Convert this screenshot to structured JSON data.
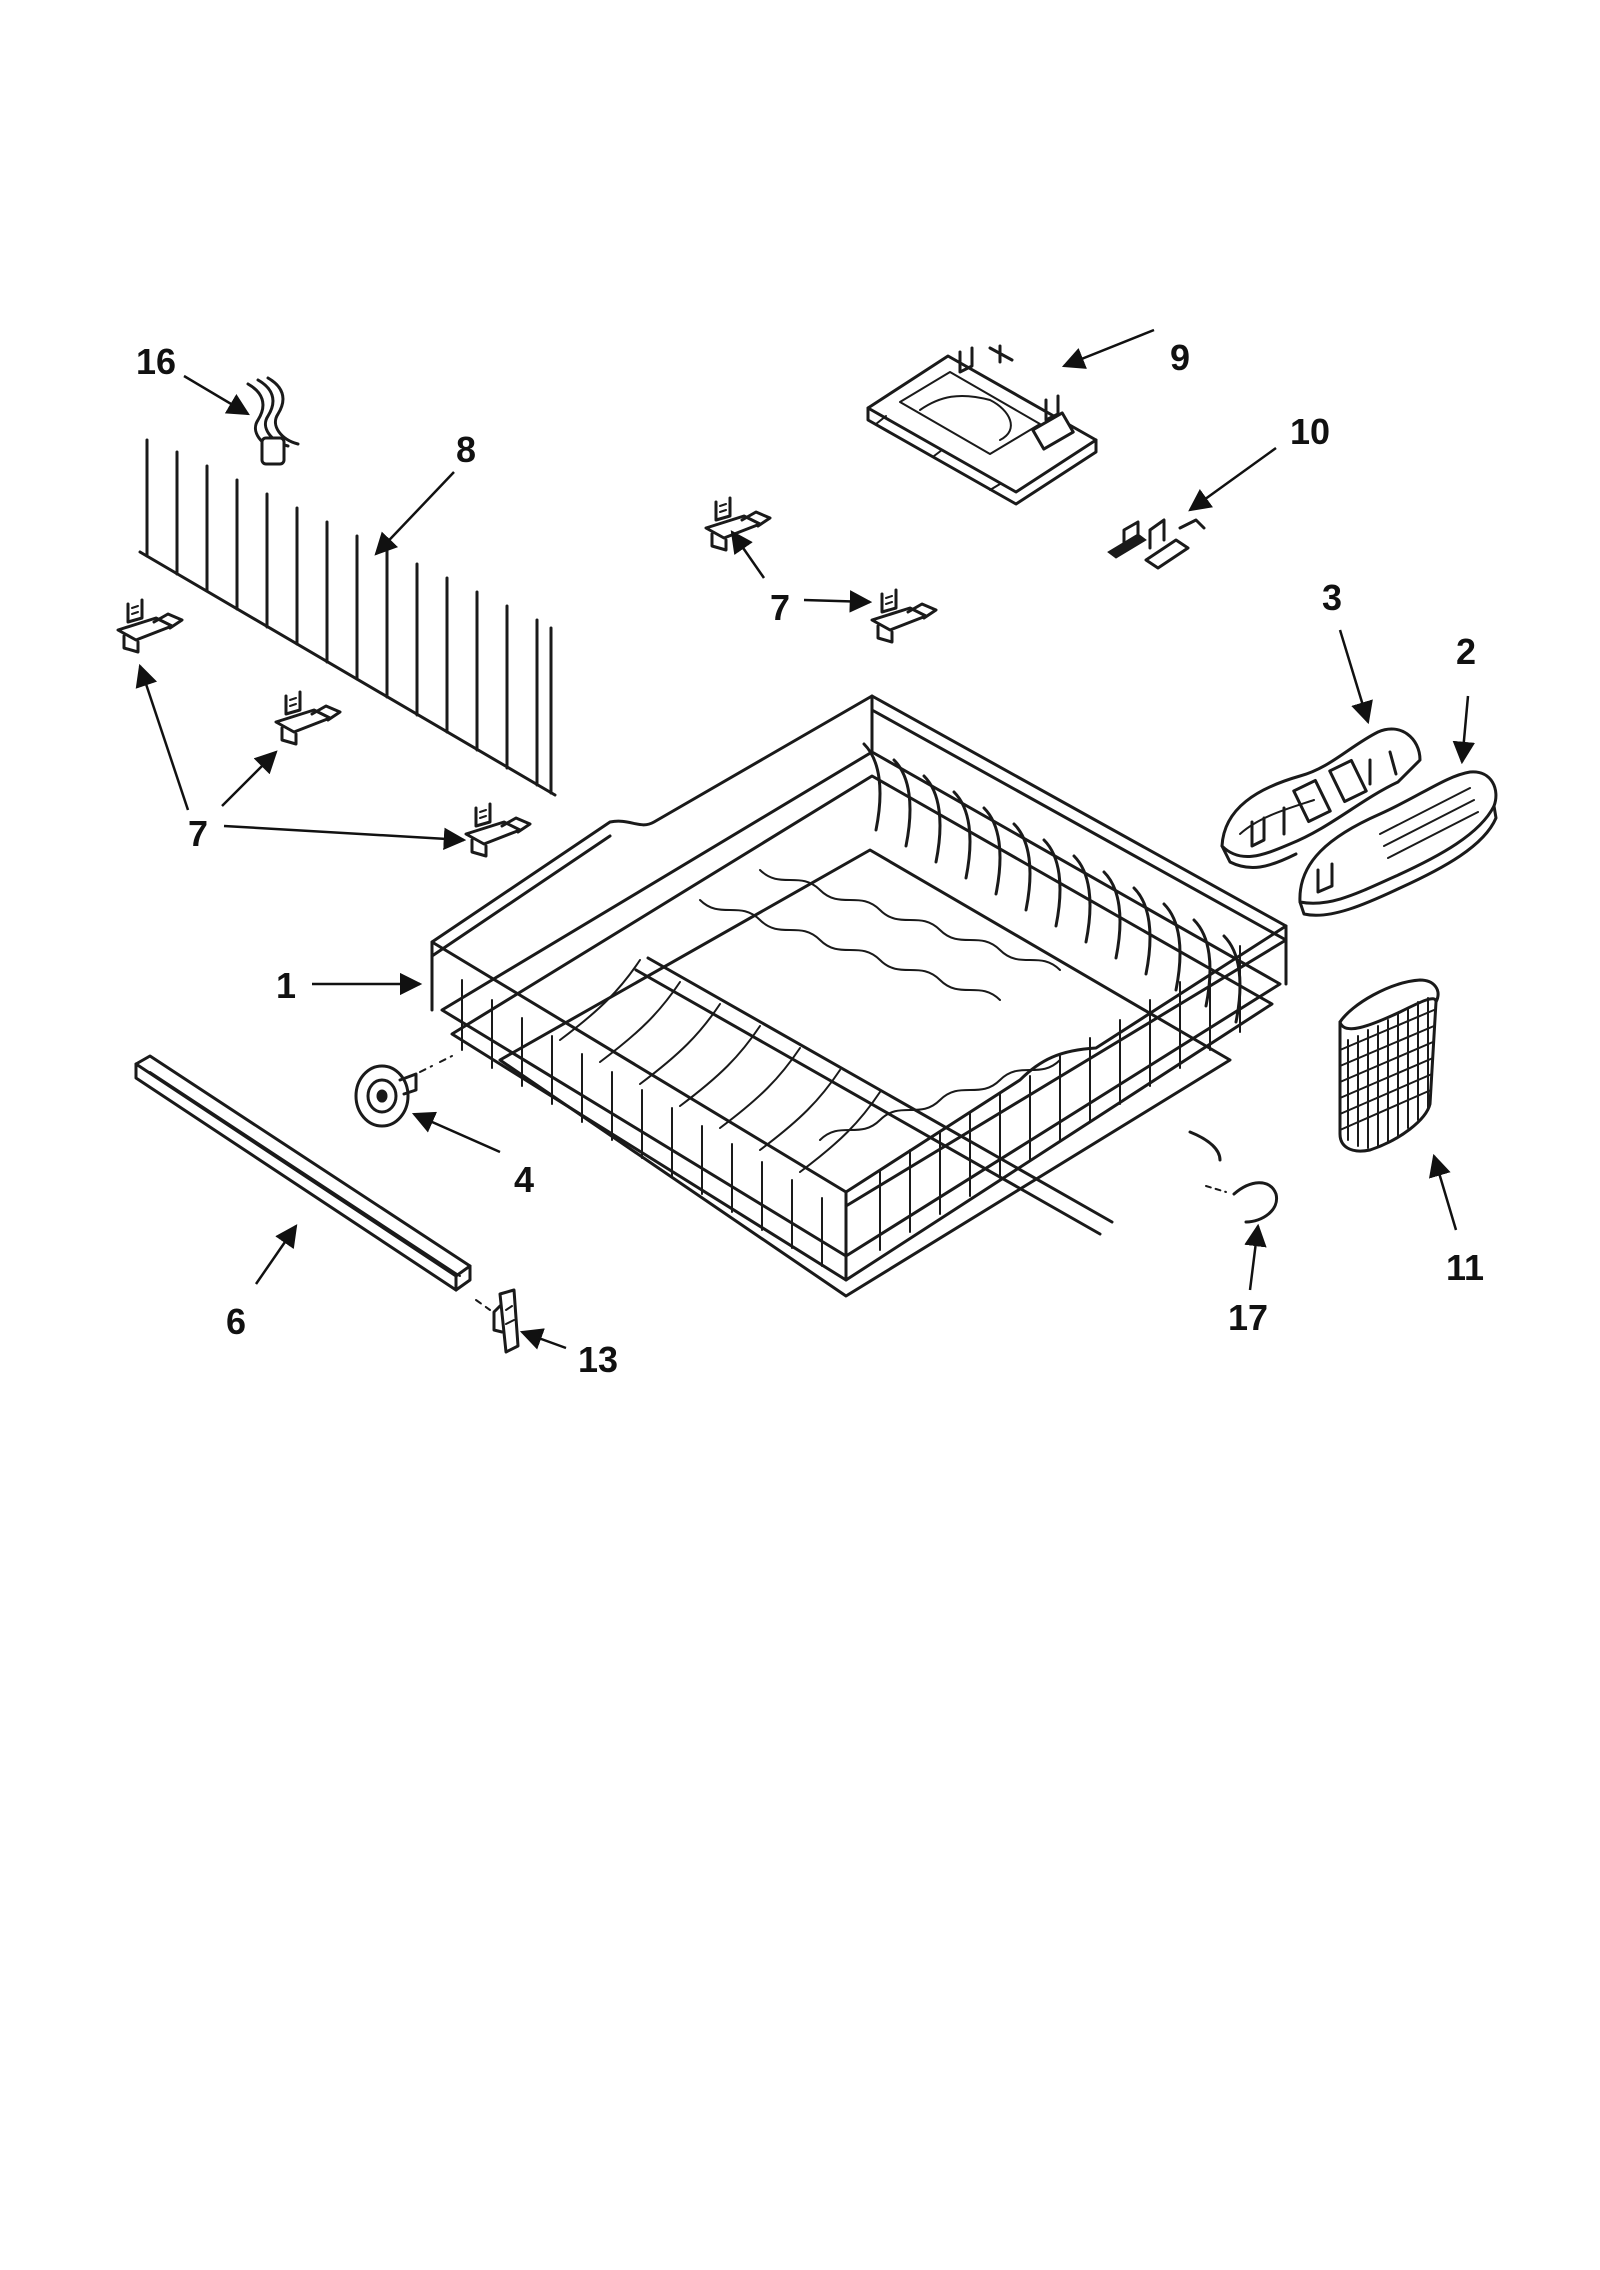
{
  "callouts": {
    "c1": "1",
    "c2": "2",
    "c3": "3",
    "c4": "4",
    "c6": "6",
    "c7a": "7",
    "c7b": "7",
    "c8": "8",
    "c9": "9",
    "c10": "10",
    "c11": "11",
    "c13": "13",
    "c16": "16",
    "c17": "17"
  },
  "colors": {
    "ink": "#1a1a1a",
    "background": "#ffffff"
  }
}
